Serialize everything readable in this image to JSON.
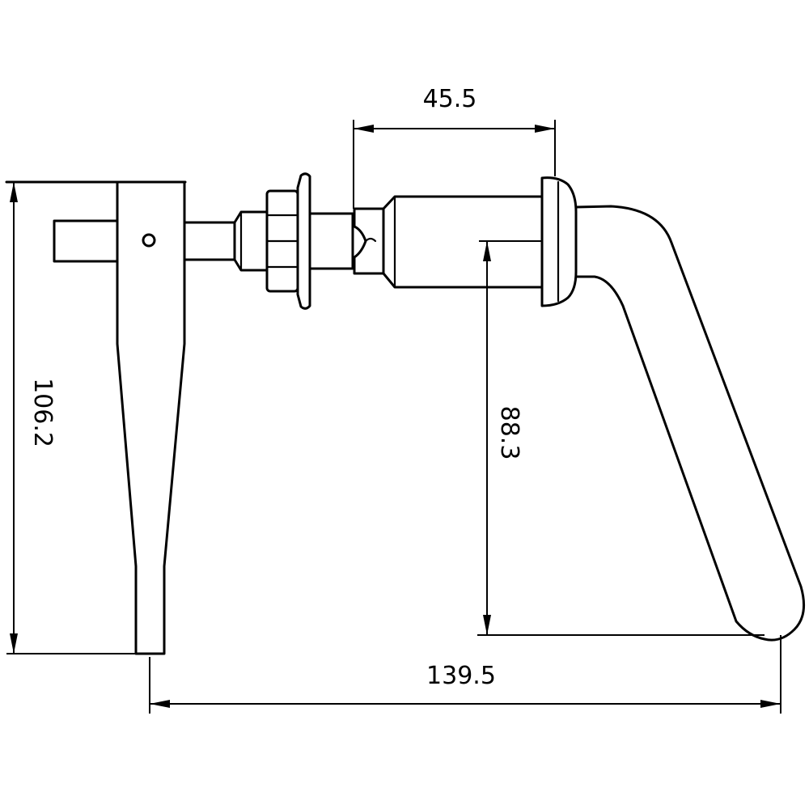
{
  "drawing": {
    "line_color": "#000000",
    "background": "#ffffff",
    "dimensions": {
      "top_width": "45.5",
      "overall_height": "106.2",
      "lever_drop": "88.3",
      "overall_length": "139.5"
    }
  }
}
